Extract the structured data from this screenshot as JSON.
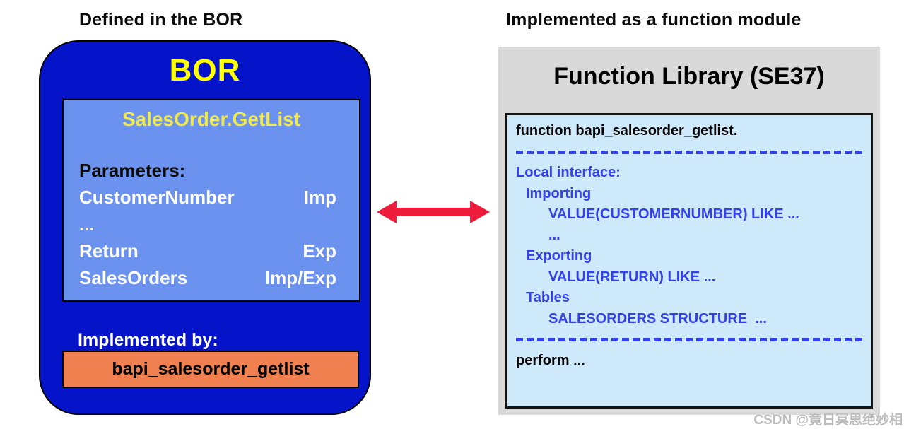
{
  "left_panel": {
    "caption": "Defined in the BOR",
    "title": "BOR",
    "method_box": {
      "title": "SalesOrder.GetList",
      "params_header": "Parameters:",
      "rows": [
        {
          "name": "CustomerNumber",
          "dir": "Imp"
        },
        {
          "name": "...",
          "dir": ""
        },
        {
          "name": "Return",
          "dir": "Exp"
        },
        {
          "name": "SalesOrders",
          "dir": "Imp/Exp"
        }
      ]
    },
    "implemented_by_label": "Implemented by:",
    "implementation": "bapi_salesorder_getlist"
  },
  "connector": {
    "type": "double-headed-arrow",
    "color": "#EE1D3C"
  },
  "right_panel": {
    "caption": "Implemented as a function module",
    "title": "Function Library (SE37)",
    "code": {
      "line_function": "function bapi_salesorder_getlist.",
      "lines_interface": [
        {
          "text": "Local interface:",
          "indent": 0
        },
        {
          "text": "Importing",
          "indent": 1
        },
        {
          "text": "VALUE(CUSTOMERNUMBER) LIKE ...",
          "indent": 2
        },
        {
          "text": "...",
          "indent": 2
        },
        {
          "text": "Exporting",
          "indent": 1
        },
        {
          "text": "VALUE(RETURN) LIKE ...",
          "indent": 2
        },
        {
          "text": "Tables",
          "indent": 1
        },
        {
          "text": "SALESORDERS STRUCTURE  ...",
          "indent": 2
        }
      ],
      "line_perform": "perform ..."
    }
  },
  "watermark": "CSDN @竟日冥思绝妙相",
  "colors": {
    "bor_box_bg": "#0513C9",
    "method_box_bg": "#6C92F0",
    "bor_title": "#FFFF00",
    "method_title": "#F2E94C",
    "impl_box_bg": "#F08050",
    "library_bg": "#D9D9D9",
    "code_bg": "#CDE9FA",
    "code_blue": "#3340EE",
    "arrow_red": "#EE1D3C"
  }
}
